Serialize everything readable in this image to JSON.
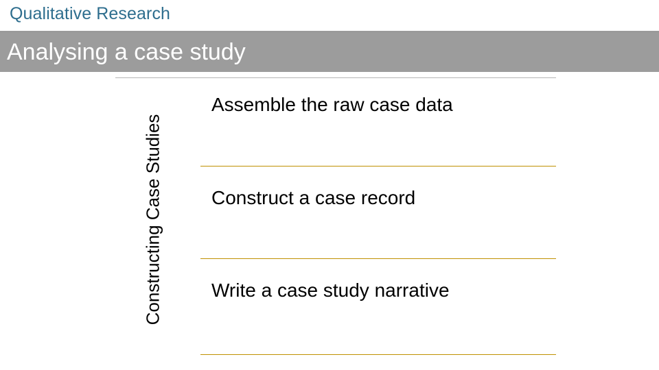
{
  "header": {
    "kicker": "Qualitative Research",
    "title": "Analysing a case study",
    "kicker_color": "#2E6E8E",
    "title_bar_color": "#9C9C9C",
    "rule_color": "#9A9A9A"
  },
  "diagram": {
    "axis_label": "Constructing Case Studies",
    "divider_color": "#BF9000",
    "top_divider_color": "#B5B5B5",
    "steps": [
      {
        "label": "Assemble the raw case data"
      },
      {
        "label": "Construct a case record"
      },
      {
        "label": "Write a case study narrative"
      }
    ]
  }
}
